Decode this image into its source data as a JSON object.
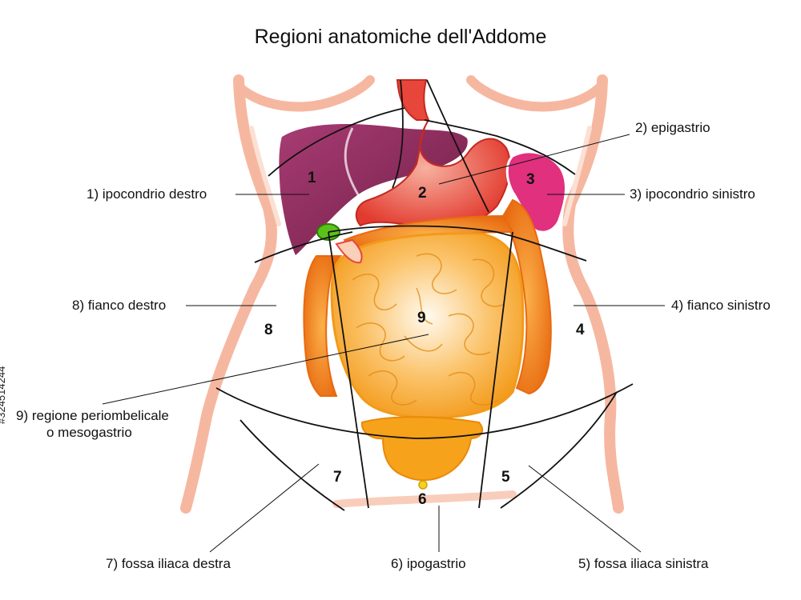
{
  "title": "Regioni anatomiche dell'Addome",
  "side_id": "#324514244",
  "regions": [
    {
      "num": "1",
      "label": "1) ipocondrio destro"
    },
    {
      "num": "2",
      "label": "2) epigastrio"
    },
    {
      "num": "3",
      "label": "3) ipocondrio sinistro"
    },
    {
      "num": "4",
      "label": "4) fianco sinistro"
    },
    {
      "num": "5",
      "label": "5) fossa iliaca sinistra"
    },
    {
      "num": "6",
      "label": "6) ipogastrio"
    },
    {
      "num": "7",
      "label": "7) fossa iliaca destra"
    },
    {
      "num": "8",
      "label": "8) fianco destro"
    },
    {
      "num": "9",
      "label_line1": "9) regione periombelicale",
      "label_line2": "o mesogastrio"
    }
  ],
  "colors": {
    "skin_outline": "#f6b7a0",
    "liver": "#8e2a58",
    "stomach": "#e8463a",
    "spleen": "#e0307e",
    "gallbladder": "#5cc21a",
    "intestine": "#f5a623",
    "bladder": "#f7a21b"
  }
}
